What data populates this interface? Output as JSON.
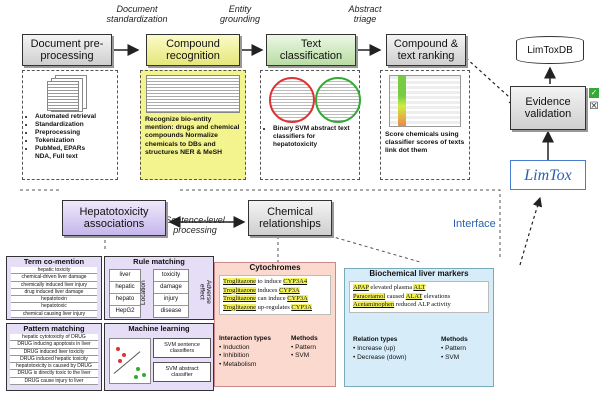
{
  "top_labels": {
    "document_standardization": "Document\nstandardization",
    "entity_grounding": "Entity\ngrounding",
    "abstract_triage": "Abstract\ntriage",
    "sentence_level": "Sentence-level\nprocessing"
  },
  "stages": {
    "doc_preprocessing": "Document pre-\nprocessing",
    "compound_recognition": "Compound\nrecognition",
    "text_classification": "Text\nclassification",
    "compound_text_ranking": "Compound &\ntext ranking",
    "evidence_validation": "Evidence\nvalidation",
    "limtoxdb": "LimToxDB",
    "limtox_logo": "LimTox",
    "hepatotoxicity_associations": "Hepatotoxicity\nassociations",
    "chemical_relationships": "Chemical\nrelationships",
    "interface": "Interface"
  },
  "doc_preprocessing_bullets": [
    "Automated retrieval",
    "Standardization",
    "Preprocessing",
    "Tokenization",
    "PubMed, EPARs\nNDA, Full text"
  ],
  "compound_recognition_text": "Recognize bio-entity mention: drugs and chemical compounds Normalize chemicals to DBs and structures NER & MeSH",
  "text_classification_bullet": "Binary SVM abstract text classifiers for hepatotoxicity",
  "ranking_text": "Score chemicals using classifier scores of texts link dot them",
  "validation_marks": {
    "check": "✓",
    "cross": "☒"
  },
  "term_comention": {
    "title": "Term co-mention",
    "terms": [
      "hepatic toxicity",
      "chemical-driven liver damage",
      "chemically induced liver injury",
      "drug induced liver damage",
      "hepatotoxin",
      "hepatotoxic",
      "chemical causing liver injury"
    ]
  },
  "rule_matching": {
    "title": "Rule matching",
    "location_label": "Location",
    "adverse_label": "Adverse\neffect",
    "locations": [
      "liver",
      "hepatic",
      "hepato",
      "HepG2"
    ],
    "effects": [
      "toxicity",
      "damage",
      "injury",
      "disease"
    ]
  },
  "pattern_matching": {
    "title": "Pattern matching",
    "patterns": [
      "hepatic cytotoxicity of DRUG",
      "DRUG inducing apoptosis in liver",
      "DRUG induced liver toxicity",
      "DRUG induced hepatic toxicity",
      "hepatotoxicity is caused by DRUG",
      "DRUG is directly toxic to the liver",
      "DRUG cause injury to liver"
    ]
  },
  "machine_learning": {
    "title": "Machine learning",
    "items": [
      "SVM sentence\nclassifiers",
      "SVM abstract\nclassifier"
    ]
  },
  "cytochromes": {
    "title": "Cytochromes",
    "sentences": [
      [
        "Troglitazone",
        " to induce ",
        "CYP3A4"
      ],
      [
        "Troglitazone",
        " induces ",
        "CYP3A"
      ],
      [
        "Troglitazone",
        " can induce ",
        "CYP3A"
      ],
      [
        "Troglitazone",
        " up-regulates ",
        "CYP3A"
      ]
    ],
    "interaction_types_title": "Interaction types",
    "interaction_types": [
      "Induction",
      "Inhibition",
      "Metabolism"
    ],
    "methods_title": "Methods",
    "methods": [
      "Pattern",
      "SVM"
    ]
  },
  "biochemical": {
    "title": "Biochemical liver markers",
    "sentences": [
      [
        "APAP",
        " elevated plasma ",
        "ALT",
        ""
      ],
      [
        "Paracetamol",
        " caused ",
        "ALAT",
        " elevations"
      ],
      [
        "Acetaminophen",
        " reduced ALP activity",
        "",
        ""
      ]
    ],
    "relation_types_title": "Relation types",
    "relation_types": [
      "Increase (up)",
      "Decrease (down)"
    ],
    "methods_title": "Methods",
    "methods": [
      "Pattern",
      "SVM"
    ]
  },
  "colors": {
    "gray_stage": "#d8d8d8",
    "yellow_stage": "#eeee8a",
    "green_stage": "#c4e3b0",
    "purple_stage": "#cdbff0",
    "cytochromes_bg": "#fcd9cf",
    "biochemical_bg": "#d6ecf8",
    "term_bg": "#e6ddf7",
    "highlight": "#f3f15a",
    "logo_blue": "#2a62b0"
  }
}
